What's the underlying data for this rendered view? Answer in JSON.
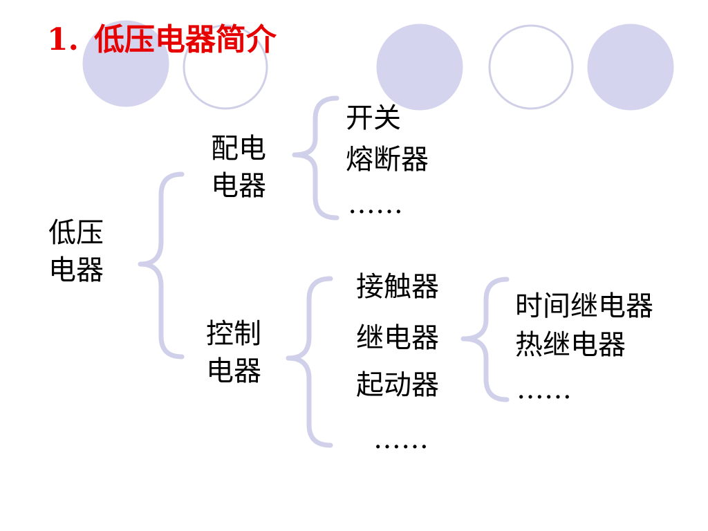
{
  "title": {
    "number": "1.",
    "text": "低压电器简介"
  },
  "colors": {
    "title": "#e60000",
    "text": "#000000",
    "circle_fill": "#d4d4ee",
    "circle_stroke": "#cfcfe8",
    "brace": "#d0d0ea"
  },
  "diagram": {
    "root": {
      "line1": "低压",
      "line2": "电器"
    },
    "distribution": {
      "line1": "配电",
      "line2": "电器",
      "items": [
        "开关",
        "熔断器",
        "……"
      ]
    },
    "control": {
      "line1": "控制",
      "line2": "电器",
      "items": [
        "接触器",
        "继电器",
        "起动器",
        "……"
      ],
      "relay_types": [
        "时间继电器",
        "热继电器",
        "……"
      ]
    }
  }
}
